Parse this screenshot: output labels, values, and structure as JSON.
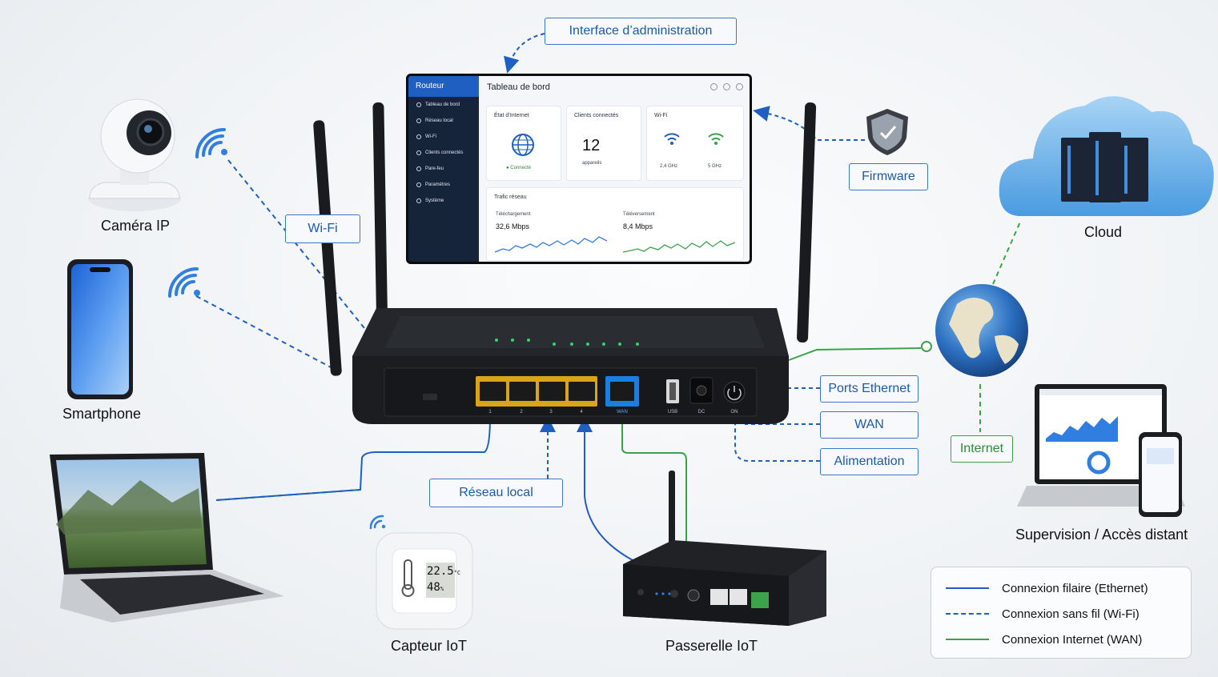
{
  "callouts": {
    "admin": "Interface d’administration",
    "firmware": "Firmware",
    "wifi": "Wi-Fi",
    "ports_ethernet": "Ports Ethernet",
    "wan": "WAN",
    "alimentation": "Alimentation",
    "internet": "Internet",
    "reseau_local": "Réseau local"
  },
  "devices": {
    "camera": "Caméra IP",
    "smartphone": "Smartphone",
    "cloud": "Cloud",
    "supervision": "Supervision / Accès distant",
    "capteur": "Capteur IoT",
    "passerelle": "Passerelle IoT"
  },
  "sensor_display": {
    "temp": "22.5",
    "temp_unit": "°C",
    "hum": "48",
    "hum_unit": "%"
  },
  "dashboard": {
    "brand": "Routeur",
    "title": "Tableau de bord",
    "menu": [
      "Tableau de bord",
      "Réseau local",
      "Wi-Fi",
      "Clients connectés",
      "Pare-feu",
      "Paramètres",
      "Système"
    ],
    "internet_card": {
      "title": "État d’Internet",
      "status": "Connecté"
    },
    "clients_card": {
      "title": "Clients connectés",
      "count": "12",
      "unit": "appareils"
    },
    "wifi_card": {
      "title": "Wi-Fi",
      "band1": "2,4 GHz",
      "band2": "5 GHz"
    },
    "traffic_card": {
      "title": "Trafic réseau",
      "down_label": "Téléchargement",
      "down_value": "32,6 Mbps",
      "up_label": "Téléversement",
      "up_value": "8,4 Mbps"
    }
  },
  "router_ports": {
    "lan": [
      "1",
      "2",
      "3",
      "4"
    ],
    "wan": "WAN",
    "usb": "USB",
    "dc": "DC",
    "power": "ON"
  },
  "legend": [
    {
      "label": "Connexion filaire (Ethernet)",
      "style": "solid",
      "color": "#1f5fc2"
    },
    {
      "label": "Connexion sans fil (Wi-Fi)",
      "style": "dashed",
      "color": "#1f5fc2"
    },
    {
      "label": "Connexion Internet (WAN)",
      "style": "solid",
      "color": "#3aa34a"
    }
  ],
  "colors": {
    "wired": "#1f5fc2",
    "wifi": "#1f5fc2",
    "wan": "#3aa34a",
    "lan_port": "#e8b620",
    "wan_port": "#1a7fe0"
  }
}
